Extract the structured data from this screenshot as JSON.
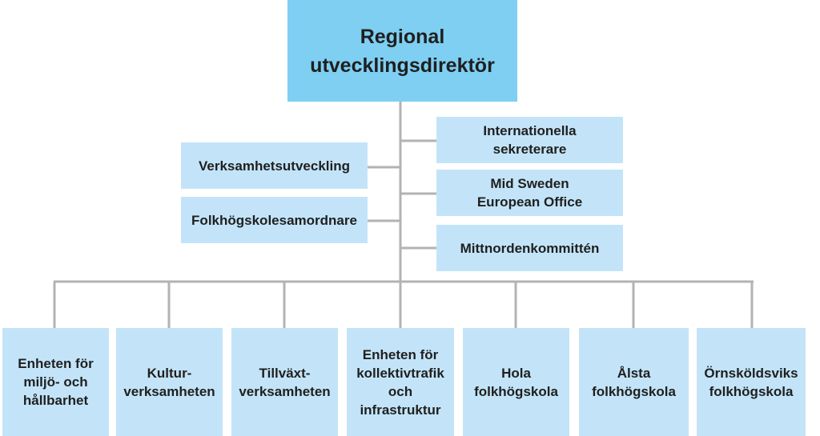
{
  "org_chart": {
    "head": {
      "label": "Regional\nutvecklingsdirektör"
    },
    "staff_left": [
      {
        "label": "Verksamhetsutveckling"
      },
      {
        "label": "Folkhögskolesamordnare"
      }
    ],
    "staff_right": [
      {
        "label": "Internationella\nsekreterare"
      },
      {
        "label": "Mid Sweden\nEuropean Office"
      },
      {
        "label": "Mittnordenkommittén"
      }
    ],
    "units": [
      {
        "label": "Enheten för\nmiljö- och\nhållbarhet"
      },
      {
        "label": "Kultur-\nverksamheten"
      },
      {
        "label": "Tillväxt-\nverksamheten"
      },
      {
        "label": "Enheten för\nkollektivtrafik\noch\ninfrastruktur"
      },
      {
        "label": "Hola\nfolkhögskola"
      },
      {
        "label": "Ålsta\nfolkhögskola"
      },
      {
        "label": "Örnsköldsviks\nfolkhögskola"
      }
    ]
  },
  "colors": {
    "head_fill": "#7ecff2",
    "box_fill": "#c3e4f8",
    "connector": "#b3b3b3",
    "text": "#1f1f1f"
  }
}
